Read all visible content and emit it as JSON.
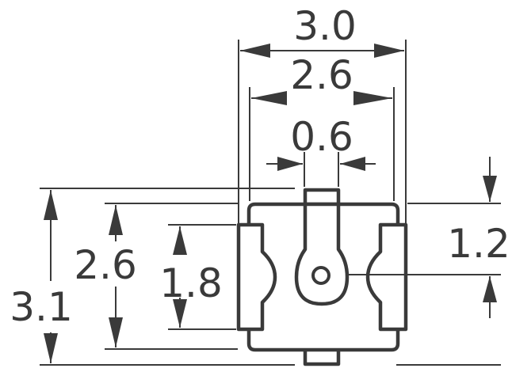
{
  "dimensions": {
    "overall_width": "3.0",
    "body_width": "2.6",
    "pin_width": "0.6",
    "offset_right": "1.2",
    "overall_height": "3.1",
    "body_height": "2.6",
    "terminal_height": "1.8"
  }
}
